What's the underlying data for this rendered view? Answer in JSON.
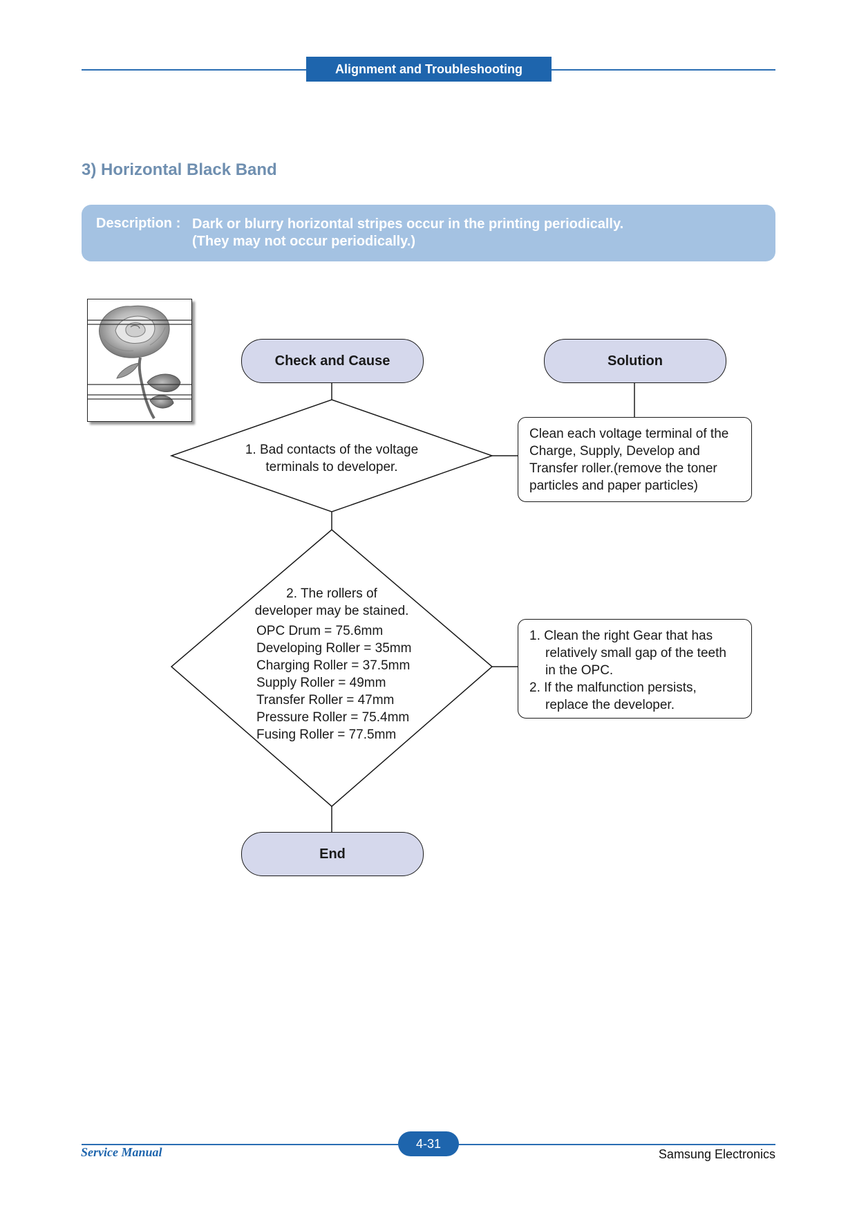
{
  "header": {
    "tab_label": "Alignment and Troubleshooting"
  },
  "section": {
    "title": "3) Horizontal Black Band"
  },
  "description": {
    "label": "Description :",
    "line1": "Dark or blurry horizontal stripes occur in the printing periodically.",
    "line2": "(They may not occur periodically.)"
  },
  "flowchart": {
    "check_header": "Check and Cause",
    "solution_header": "Solution",
    "decision1": {
      "line1": "1. Bad contacts of the voltage",
      "line2": "terminals to developer."
    },
    "solution1": {
      "line1": "Clean each voltage terminal of the",
      "line2": "Charge, Supply, Develop and",
      "line3": "Transfer roller.(remove the toner",
      "line4": "particles and paper particles)"
    },
    "decision2": {
      "line1": "2. The rollers of",
      "line2": "developer may be stained.",
      "specs": [
        "OPC Drum = 75.6mm",
        "Developing Roller = 35mm",
        "Charging Roller = 37.5mm",
        "Supply Roller = 49mm",
        "Transfer Roller = 47mm",
        "Pressure Roller = 75.4mm",
        "Fusing Roller = 77.5mm"
      ]
    },
    "solution2": {
      "item1_line1": "1. Clean the right Gear that has",
      "item1_line2": "relatively small gap of the teeth",
      "item1_line3": "in the OPC.",
      "item2_line1": "2. If the malfunction persists,",
      "item2_line2": "replace the developer."
    },
    "end_label": "End"
  },
  "footer": {
    "page_number": "4-31",
    "left": "Service Manual",
    "right": "Samsung Electronics"
  },
  "colors": {
    "brand_blue": "#1e65ad",
    "description_bg": "#a4c2e2",
    "pill_fill": "#d5d8ec",
    "section_title": "#6f8fb0"
  }
}
